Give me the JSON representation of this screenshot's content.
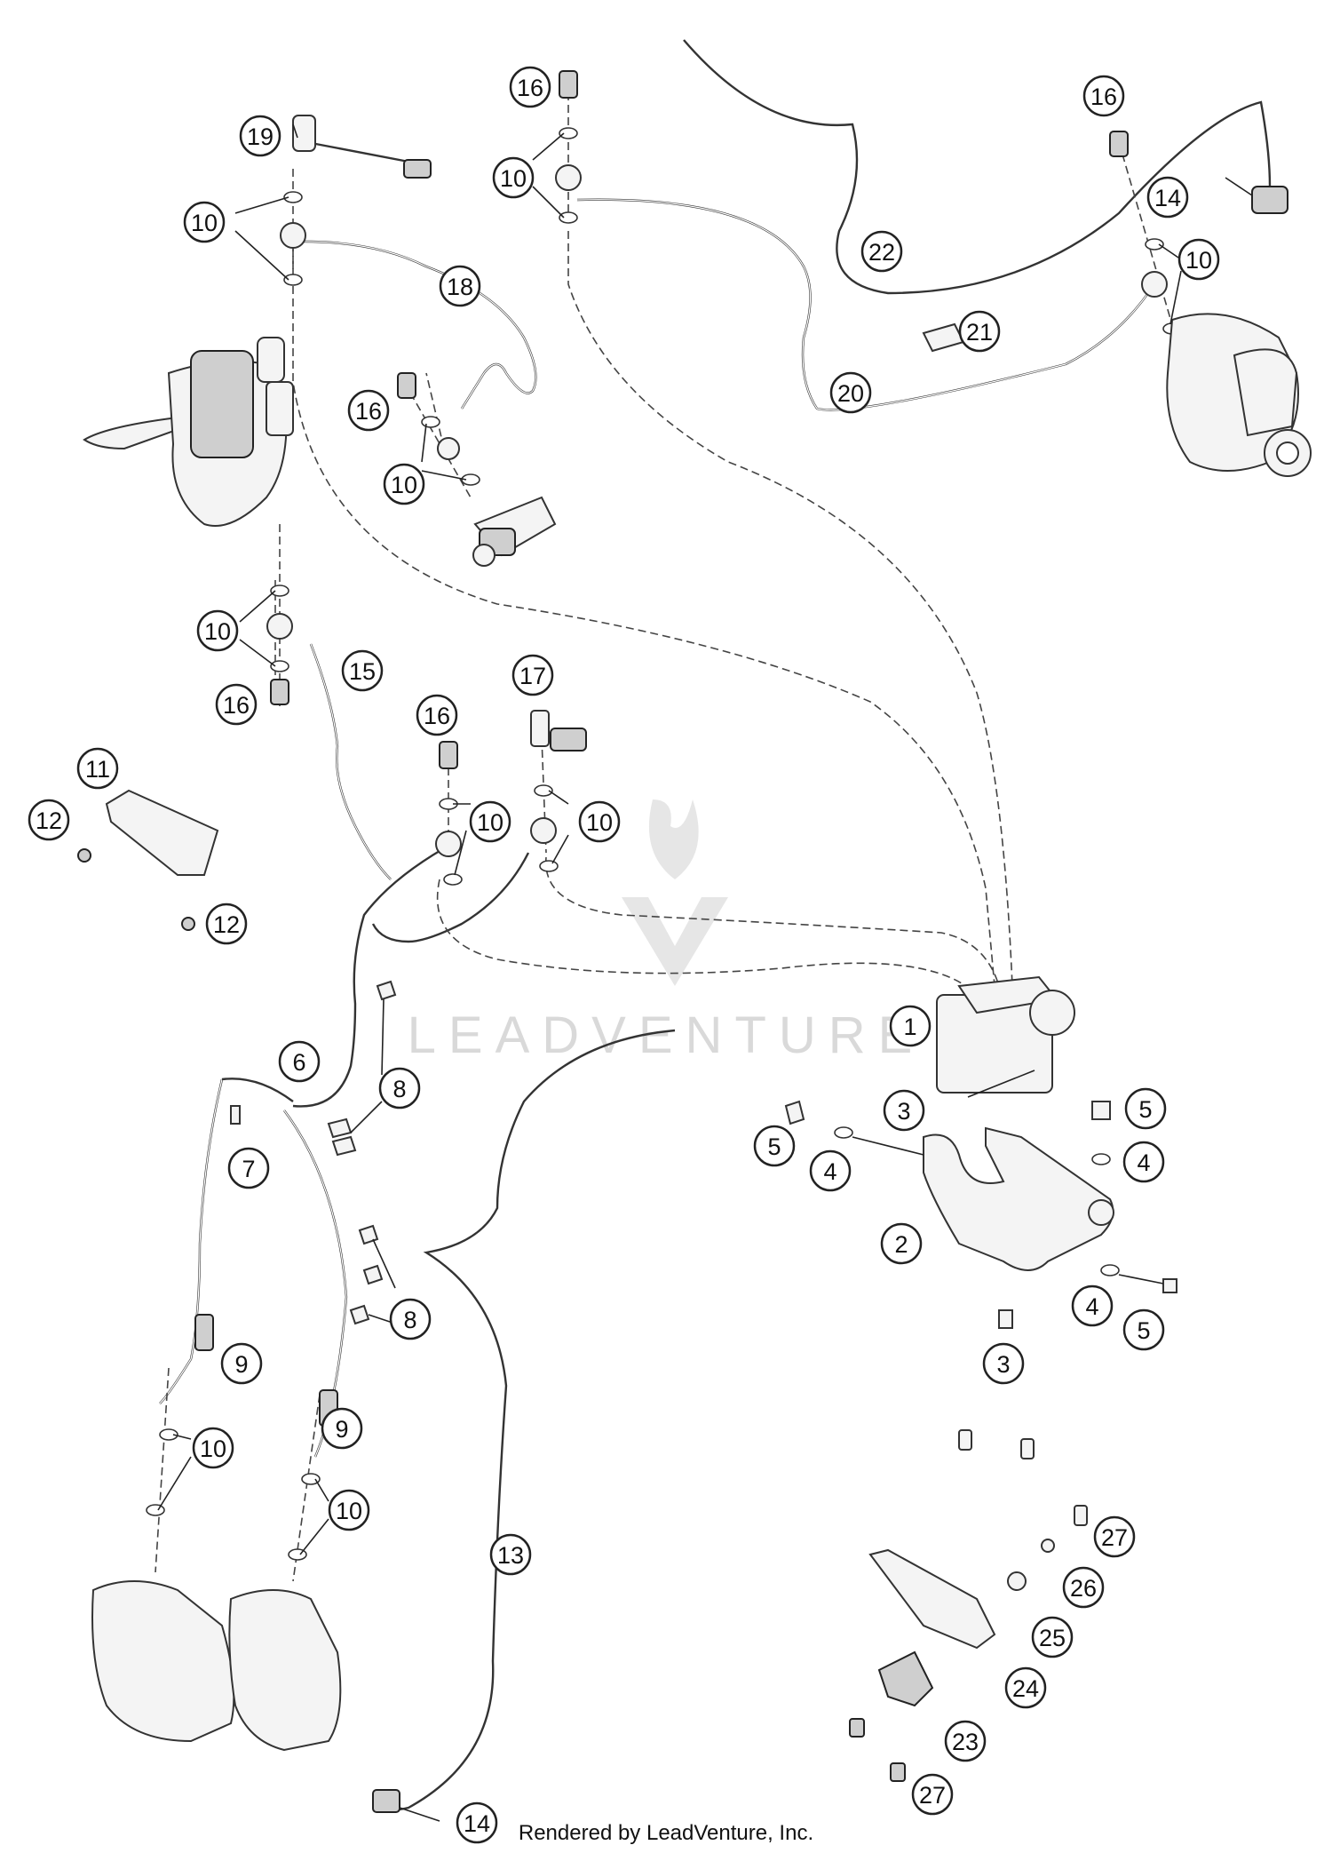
{
  "watermark": "LEADVENTURE",
  "footer": "Rendered by LeadVenture, Inc.",
  "callouts": [
    "1",
    "2",
    "3",
    "3",
    "4",
    "4",
    "4",
    "5",
    "5",
    "5",
    "6",
    "7",
    "8",
    "8",
    "9",
    "9",
    "10",
    "10",
    "10",
    "10",
    "10",
    "10",
    "10",
    "10",
    "10",
    "11",
    "12",
    "12",
    "13",
    "14",
    "14",
    "15",
    "16",
    "16",
    "16",
    "16",
    "16",
    "17",
    "18",
    "19",
    "20",
    "21",
    "22",
    "23",
    "24",
    "25",
    "26",
    "27",
    "27"
  ]
}
